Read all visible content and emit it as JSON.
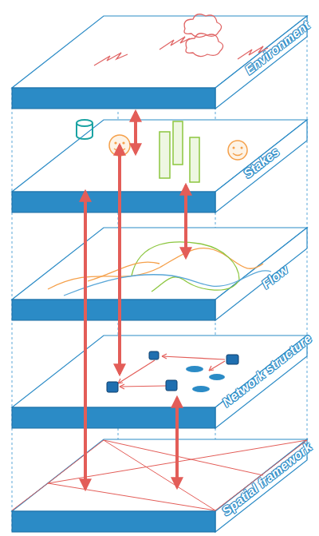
{
  "diagram": {
    "nodes": [
      {
        "text": [
          "Environment"
        ]
      },
      {
        "text": [
          "Stakes"
        ]
      },
      {
        "text": [
          "Flow"
        ]
      },
      {
        "text": [
          "Network structure"
        ]
      },
      {
        "text": [
          "Spatial framework"
        ]
      }
    ],
    "edges": [
      {
        "from": 0,
        "to": 1,
        "arrow": "both"
      },
      {
        "from": 1,
        "to": 2,
        "arrow": "both"
      },
      {
        "from": 1,
        "to": 3,
        "arrow": "both"
      },
      {
        "from": 1,
        "to": 4,
        "arrow": "both"
      },
      {
        "from": 3,
        "to": 4,
        "arrow": "both"
      }
    ]
  }
}
